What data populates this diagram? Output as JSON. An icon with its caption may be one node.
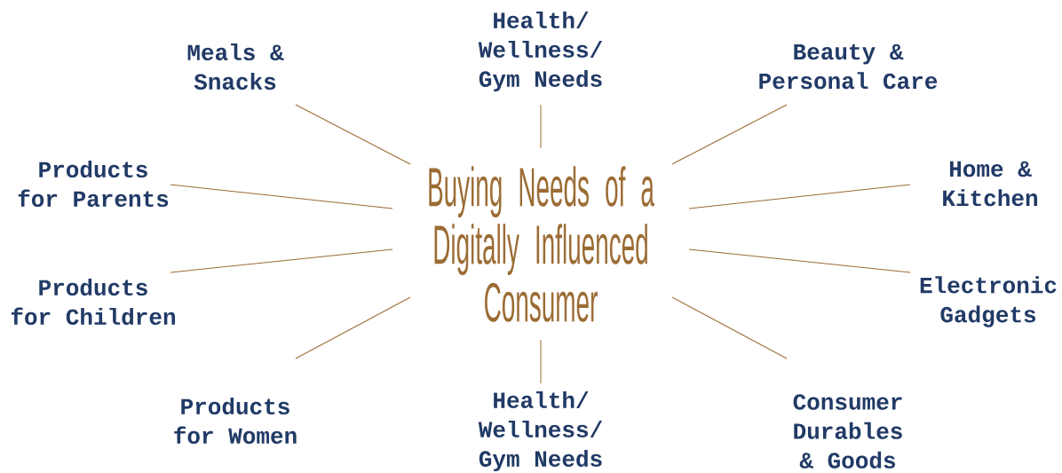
{
  "diagram": {
    "nodes": [
      {
        "text": [
          "Buying Needs of a Digitally Influenced Consumer"
        ]
      },
      {
        "text": [
          "Meals & Snacks"
        ]
      },
      {
        "text": [
          "Health/ Wellness/ Gym Needs"
        ]
      },
      {
        "text": [
          "Beauty & Personal Care"
        ]
      },
      {
        "text": [
          "Products for Parents"
        ]
      },
      {
        "text": [
          "Home & Kitchen"
        ]
      },
      {
        "text": [
          "Products for Children"
        ]
      },
      {
        "text": [
          "Electronic Gadgets"
        ]
      },
      {
        "text": [
          "Products for Women"
        ]
      },
      {
        "text": [
          "Health/ Wellness/ Gym Needs"
        ]
      },
      {
        "text": [
          "Consumer Durables & Goods"
        ]
      }
    ],
    "edges": [
      {
        "from": 0,
        "to": 1,
        "arrow": "none"
      },
      {
        "from": 0,
        "to": 2,
        "arrow": "none"
      },
      {
        "from": 0,
        "to": 3,
        "arrow": "none"
      },
      {
        "from": 0,
        "to": 4,
        "arrow": "none"
      },
      {
        "from": 0,
        "to": 5,
        "arrow": "none"
      },
      {
        "from": 0,
        "to": 6,
        "arrow": "none"
      },
      {
        "from": 0,
        "to": 7,
        "arrow": "none"
      },
      {
        "from": 0,
        "to": 8,
        "arrow": "none"
      },
      {
        "from": 0,
        "to": 9,
        "arrow": "none"
      },
      {
        "from": 0,
        "to": 10,
        "arrow": "none"
      }
    ]
  }
}
